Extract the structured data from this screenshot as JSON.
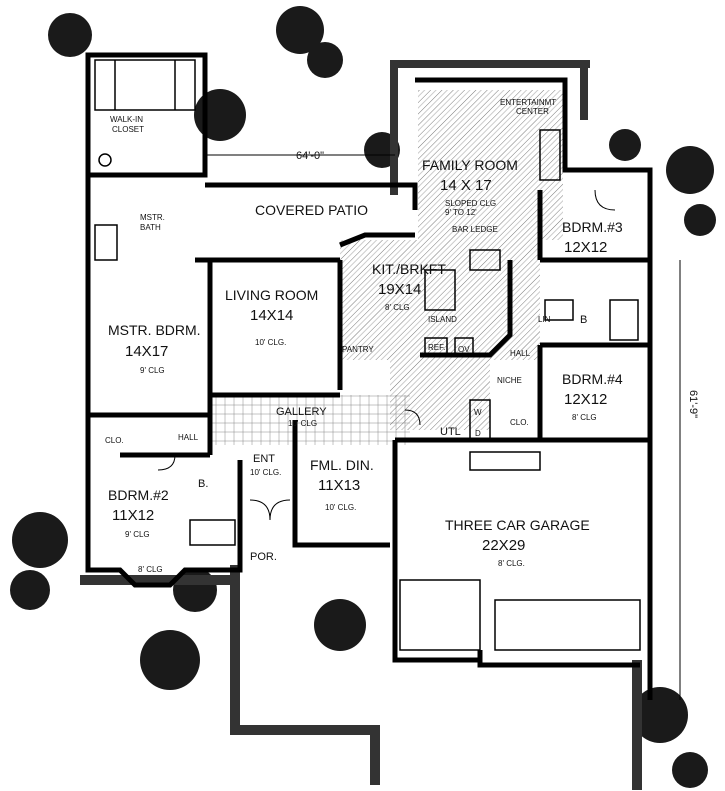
{
  "rooms": {
    "walk_in_closet": {
      "line1": "WALK-IN",
      "line2": "CLOSET"
    },
    "master_bath": {
      "line1": "MSTR.",
      "line2": "BATH"
    },
    "covered_patio": {
      "name": "COVERED PATIO"
    },
    "family_room": {
      "name": "FAMILY ROOM",
      "size": "14 X 17",
      "note1": "SLOPED CLG",
      "note2": "9' TO 12'",
      "bar": "BAR LEDGE",
      "ent1": "ENTERTAINMT",
      "ent2": "CENTER"
    },
    "bedroom3": {
      "name": "BDRM.#3",
      "size": "12X12"
    },
    "kitchen": {
      "name": "KIT./BRKFT",
      "size": "19X14",
      "clg": "8' CLG",
      "island": "ISLAND",
      "pantry": "PANTRY",
      "ref": "REF.",
      "ov": "OV"
    },
    "living_room": {
      "name": "LIVING ROOM",
      "size": "14X14",
      "clg": "10' CLG."
    },
    "master_bedroom": {
      "name": "MSTR. BDRM.",
      "size": "14X17",
      "clg": "9' CLG"
    },
    "bedroom4": {
      "name": "BDRM.#4",
      "size": "12X12",
      "clg": "8' CLG"
    },
    "gallery": {
      "name": "GALLERY",
      "clg": "10' CLG"
    },
    "entry": {
      "name": "ENT",
      "clg": "10' CLG."
    },
    "formal_dining": {
      "name": "FML. DIN.",
      "size": "11X13",
      "clg": "10' CLG."
    },
    "bedroom2": {
      "name": "BDRM.#2",
      "size": "11X12",
      "clg": "9' CLG",
      "bay_clg": "8' CLG"
    },
    "garage": {
      "name": "THREE CAR GARAGE",
      "size": "22X29",
      "clg": "8' CLG."
    },
    "porch": {
      "name": "POR."
    },
    "utility": {
      "name": "UTL"
    },
    "hall1": {
      "name": "HALL"
    },
    "hall2": {
      "name": "HALL"
    },
    "niche": {
      "name": "NICHE"
    },
    "closet1": {
      "name": "CLO."
    },
    "closet2": {
      "name": "CLO."
    },
    "bath_b1": {
      "name": "B."
    },
    "bath_b2": {
      "name": "B"
    },
    "linen": {
      "name": "LIN"
    },
    "washer": {
      "name": "W"
    },
    "dryer": {
      "name": "D"
    }
  },
  "dimensions": {
    "width": "64'-0\"",
    "depth": "61'-9\""
  }
}
